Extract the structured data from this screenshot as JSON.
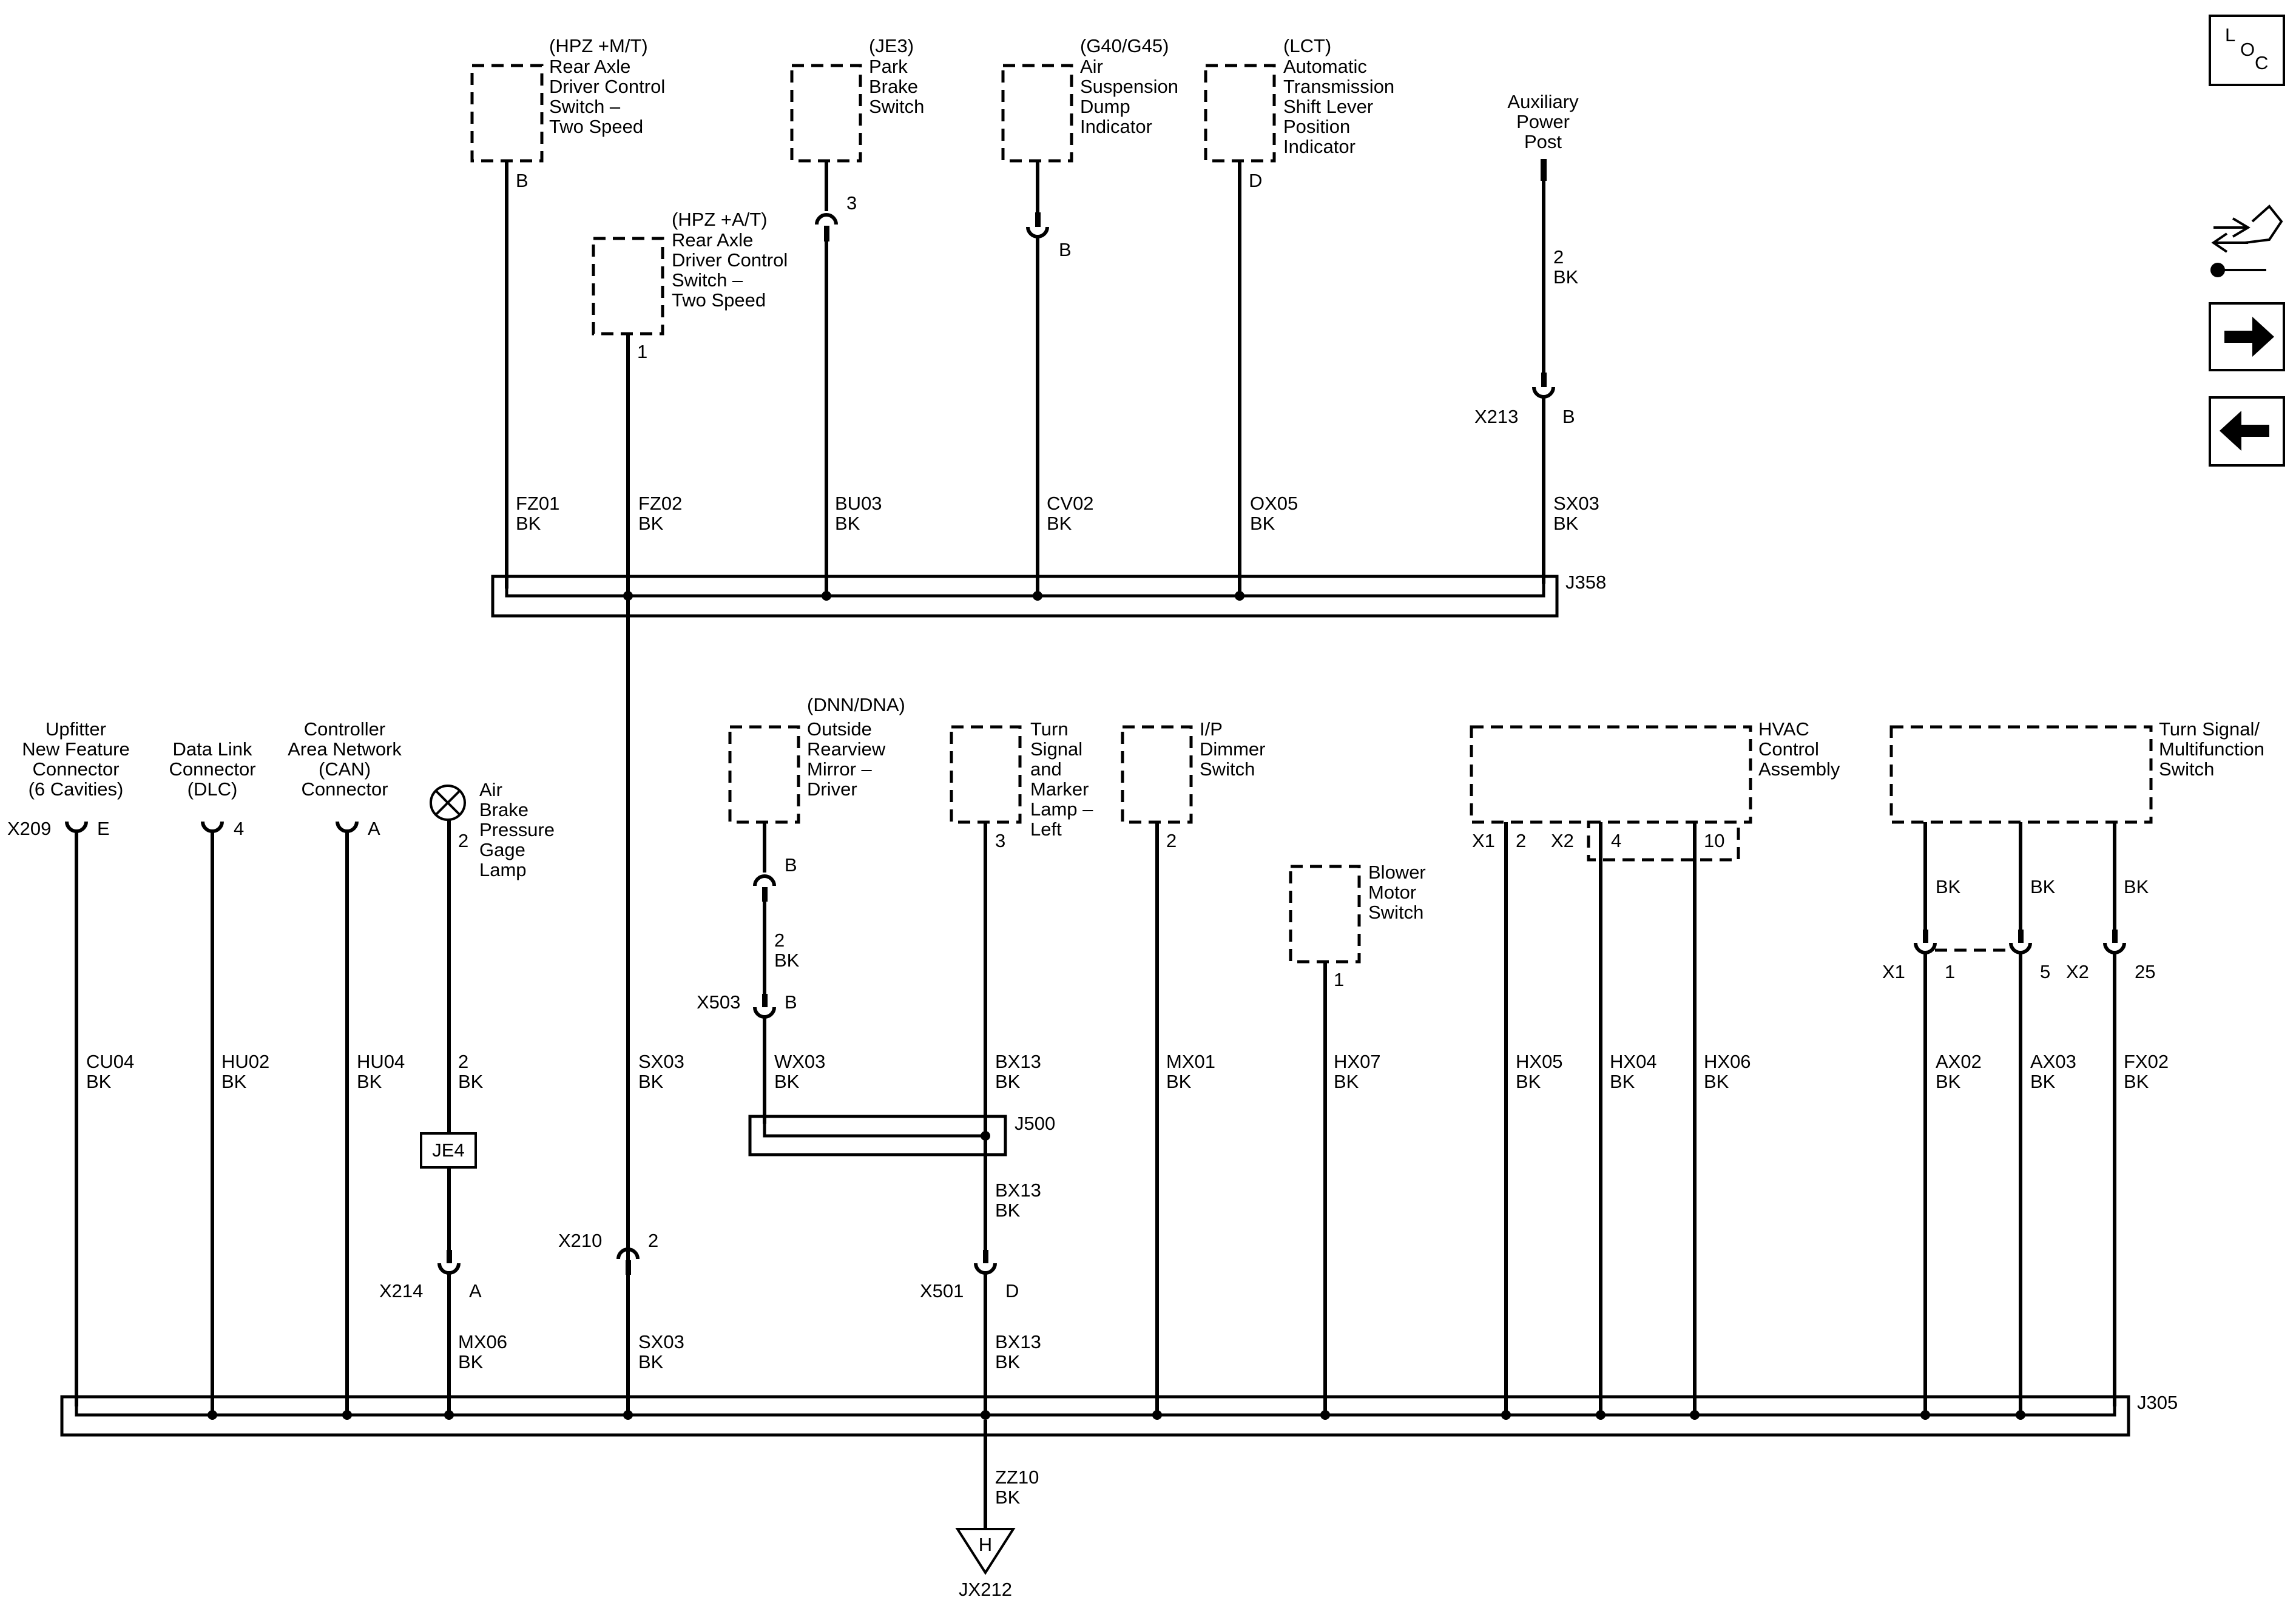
{
  "nav": {
    "loc": [
      "L",
      "O",
      "C"
    ]
  },
  "top_components": [
    {
      "qualifier": "(HPZ +M/T)",
      "lines": [
        "Rear Axle",
        "Driver Control",
        "Switch –",
        "Two Speed"
      ],
      "pin": "B",
      "circuit": "FZ01",
      "color": "BK"
    },
    {
      "qualifier": "(HPZ +A/T)",
      "lines": [
        "Rear Axle",
        "Driver Control",
        "Switch –",
        "Two Speed"
      ],
      "pin": "1",
      "circuit": "FZ02",
      "color": "BK"
    },
    {
      "qualifier": "(JE3)",
      "lines": [
        "Park",
        "Brake",
        "Switch"
      ],
      "pin": "3",
      "circuit": "BU03",
      "color": "BK"
    },
    {
      "qualifier": "(G40/G45)",
      "lines": [
        "Air",
        "Suspension",
        "Dump",
        "Indicator"
      ],
      "pin": "B",
      "circuit": "CV02",
      "color": "BK"
    },
    {
      "qualifier": "(LCT)",
      "lines": [
        "Automatic",
        "Transmission",
        "Shift Lever",
        "Position",
        "Indicator"
      ],
      "pin": "D",
      "circuit": "OX05",
      "color": "BK"
    }
  ],
  "aux_power": {
    "lines": [
      "Auxiliary",
      "Power",
      "Post"
    ],
    "wire_number": "2",
    "wire_color": "BK",
    "connector": "X213",
    "pin": "B",
    "circuit": "SX03",
    "color": "BK"
  },
  "splices": {
    "top": "J358",
    "bottom": "J305",
    "mid": "J500"
  },
  "left_connectors": [
    {
      "lines": [
        "Upfitter",
        "New Feature",
        "Connector",
        "(6 Cavities)"
      ],
      "connector": "X209",
      "pin": "E",
      "circuit": "CU04",
      "color": "BK"
    },
    {
      "lines": [
        "Data Link",
        "Connector",
        "(DLC)"
      ],
      "pin": "4",
      "circuit": "HU02",
      "color": "BK"
    },
    {
      "lines": [
        "Controller",
        "Area Network",
        "(CAN)",
        "Connector"
      ],
      "pin": "A",
      "circuit": "HU04",
      "color": "BK"
    }
  ],
  "lamp": {
    "lines": [
      "Air",
      "Brake",
      "Pressure",
      "Gage",
      "Lamp"
    ],
    "pin": "2",
    "wire_number": "2",
    "wire_color": "BK",
    "option": "JE4",
    "connector": "X214",
    "conn_pin": "A",
    "circuit": "MX06",
    "color": "BK"
  },
  "sx03_lower": {
    "circuit_upper": "SX03",
    "color_upper": "BK",
    "connector": "X210",
    "pin": "2",
    "circuit_lower": "SX03",
    "color_lower": "BK"
  },
  "mirror": {
    "qualifier": "(DNN/DNA)",
    "lines": [
      "Outside",
      "Rearview",
      "Mirror –",
      "Driver"
    ],
    "pin": "B",
    "wire_number": "2",
    "wire_color": "BK",
    "connector": "X503",
    "conn_pin": "B",
    "circuit": "WX03",
    "color": "BK"
  },
  "turn_lamp": {
    "lines": [
      "Turn",
      "Signal",
      "and",
      "Marker",
      "Lamp –",
      "Left"
    ],
    "pin": "3",
    "circuit1": "BX13",
    "color1": "BK",
    "circuit2": "BX13",
    "color2": "BK",
    "connector": "X501",
    "conn_pin": "D",
    "circuit3": "BX13",
    "color3": "BK"
  },
  "dimmer": {
    "lines": [
      "I/P",
      "Dimmer",
      "Switch"
    ],
    "pin": "2",
    "circuit": "MX01",
    "color": "BK"
  },
  "blower": {
    "lines": [
      "Blower",
      "Motor",
      "Switch"
    ],
    "pin": "1",
    "circuit": "HX07",
    "color": "BK"
  },
  "hvac": {
    "lines": [
      "HVAC",
      "Control",
      "Assembly"
    ],
    "x1": "X1",
    "x1_pin": "2",
    "x2": "X2",
    "x2_pin_a": "4",
    "x2_pin_b": "10",
    "circuits": [
      {
        "circuit": "HX05",
        "color": "BK"
      },
      {
        "circuit": "HX04",
        "color": "BK"
      },
      {
        "circuit": "HX06",
        "color": "BK"
      }
    ]
  },
  "turn_switch": {
    "lines": [
      "Turn Signal/",
      "Multifunction",
      "Switch"
    ],
    "wire_colors": [
      "BK",
      "BK",
      "BK"
    ],
    "x1": "X1",
    "x1_pin_a": "1",
    "x1_pin_b": "5",
    "x2": "X2",
    "x2_pin": "25",
    "circuits": [
      {
        "circuit": "AX02",
        "color": "BK"
      },
      {
        "circuit": "AX03",
        "color": "BK"
      },
      {
        "circuit": "FX02",
        "color": "BK"
      }
    ]
  },
  "ground": {
    "circuit": "ZZ10",
    "color": "BK",
    "letter": "H",
    "label": "JX212"
  }
}
